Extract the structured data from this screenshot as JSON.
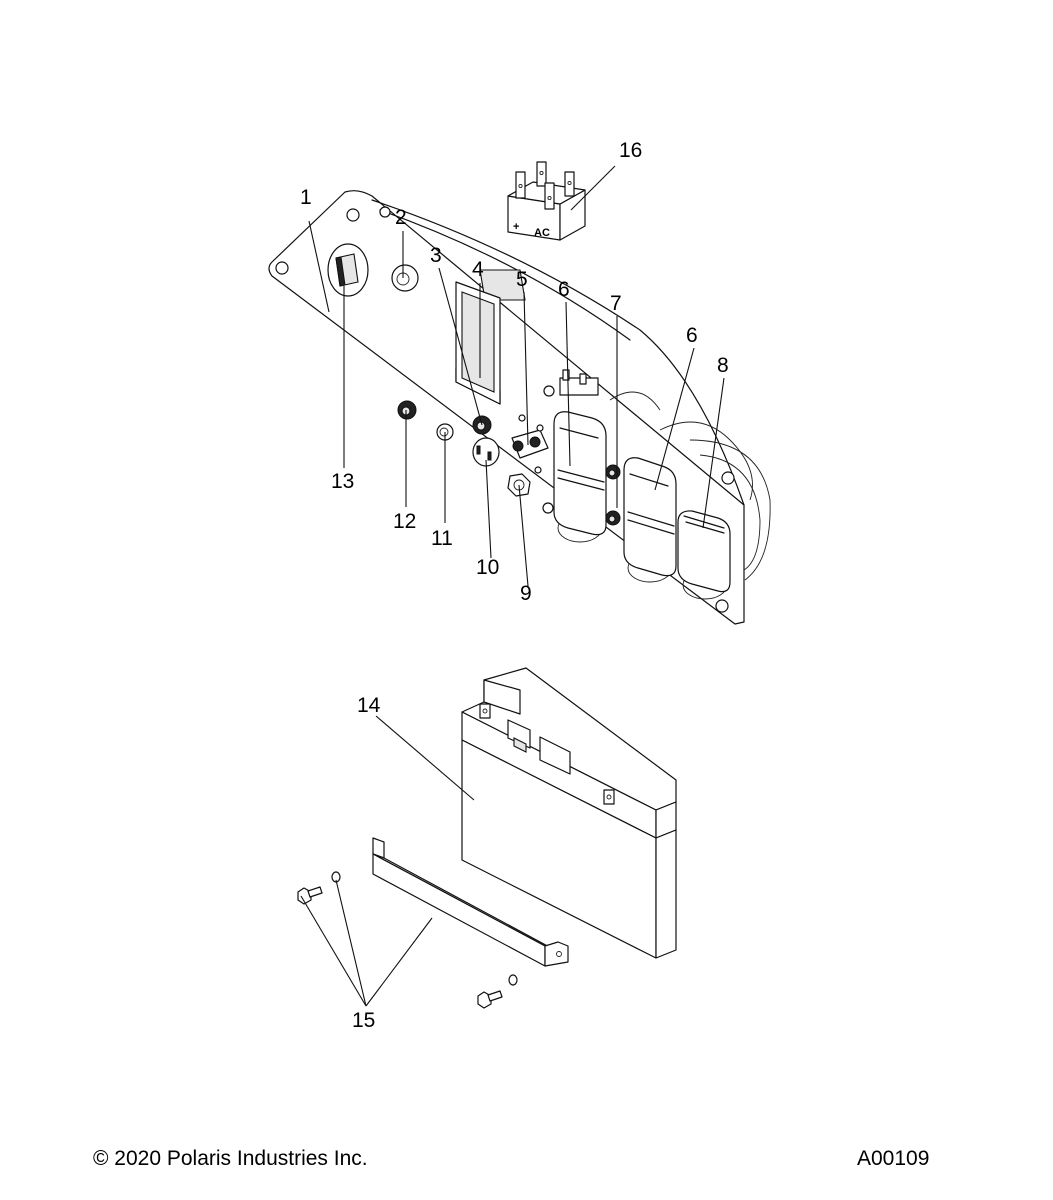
{
  "diagram": {
    "title": "Control panel and battery exploded parts view",
    "callouts": [
      {
        "id": "1",
        "label": "1",
        "part": "control-panel"
      },
      {
        "id": "2",
        "label": "2",
        "part": "circuit-breaker-button"
      },
      {
        "id": "3",
        "label": "3",
        "part": "knurled-nut"
      },
      {
        "id": "4",
        "label": "4",
        "part": "display-meter"
      },
      {
        "id": "5",
        "label": "5",
        "part": "dc-terminal"
      },
      {
        "id": "6a",
        "label": "6",
        "part": "outlet-with-cover"
      },
      {
        "id": "7",
        "label": "7",
        "part": "knurled-nuts"
      },
      {
        "id": "6b",
        "label": "6",
        "part": "outlet-with-cover"
      },
      {
        "id": "8",
        "label": "8",
        "part": "outlet-with-cover-30a"
      },
      {
        "id": "9",
        "label": "9",
        "part": "ground-nut"
      },
      {
        "id": "10",
        "label": "10",
        "part": "dc-outlet"
      },
      {
        "id": "11",
        "label": "11",
        "part": "indicator-light"
      },
      {
        "id": "12",
        "label": "12",
        "part": "knurled-nut"
      },
      {
        "id": "13",
        "label": "13",
        "part": "rotary-switch-knob"
      },
      {
        "id": "14",
        "label": "14",
        "part": "battery"
      },
      {
        "id": "15",
        "label": "15",
        "part": "battery-bracket-and-hardware"
      },
      {
        "id": "16",
        "label": "16",
        "part": "bridge-rectifier"
      }
    ],
    "rectifier_markings": {
      "plus": "+",
      "ac": "AC"
    }
  },
  "footer": {
    "copyright": "© 2020 Polaris Industries Inc.",
    "figure_id": "A00109"
  }
}
